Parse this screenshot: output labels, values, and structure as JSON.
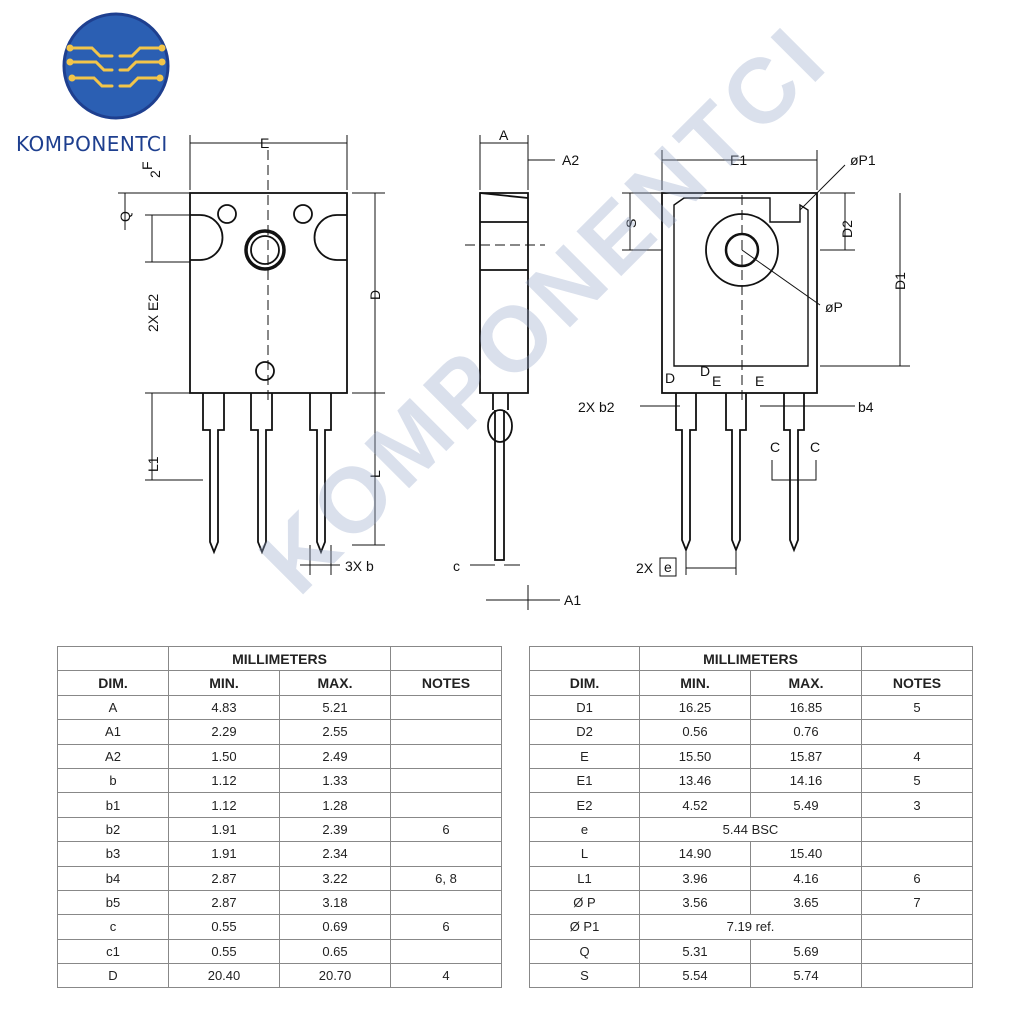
{
  "brand": {
    "name": "KOMPONENTCI",
    "accent": "#1e3f8f"
  },
  "drawing": {
    "front": {
      "E": "E",
      "F": "F",
      "two": "2",
      "Q": "Q",
      "E2": "2X E2",
      "D": "D",
      "L1": "L1",
      "L": "L",
      "b": "3X b"
    },
    "side": {
      "A": "A",
      "A2": "A2",
      "c": "c",
      "A1": "A1"
    },
    "back": {
      "E1": "E1",
      "P1": "øP1",
      "P": "øP",
      "S": "S",
      "D2": "D2",
      "D1": "D1",
      "b2": "2X b2",
      "b4": "b4",
      "C": "C",
      "e_prefix": "2X",
      "e": "e",
      "Dmark": "D",
      "Emark": "E"
    }
  },
  "tables": {
    "left": {
      "group_header": "MILLIMETERS",
      "headers": [
        "DIM.",
        "MIN.",
        "MAX.",
        "NOTES"
      ],
      "rows": [
        [
          "A",
          "4.83",
          "5.21",
          ""
        ],
        [
          "A1",
          "2.29",
          "2.55",
          ""
        ],
        [
          "A2",
          "1.50",
          "2.49",
          ""
        ],
        [
          "b",
          "1.12",
          "1.33",
          ""
        ],
        [
          "b1",
          "1.12",
          "1.28",
          ""
        ],
        [
          "b2",
          "1.91",
          "2.39",
          "6"
        ],
        [
          "b3",
          "1.91",
          "2.34",
          ""
        ],
        [
          "b4",
          "2.87",
          "3.22",
          "6, 8"
        ],
        [
          "b5",
          "2.87",
          "3.18",
          ""
        ],
        [
          "c",
          "0.55",
          "0.69",
          "6"
        ],
        [
          "c1",
          "0.55",
          "0.65",
          ""
        ],
        [
          "D",
          "20.40",
          "20.70",
          "4"
        ]
      ]
    },
    "right": {
      "group_header": "MILLIMETERS",
      "headers": [
        "DIM.",
        "MIN.",
        "MAX.",
        "NOTES"
      ],
      "rows": [
        [
          "D1",
          "16.25",
          "16.85",
          "5"
        ],
        [
          "D2",
          "0.56",
          "0.76",
          ""
        ],
        [
          "E",
          "15.50",
          "15.87",
          "4"
        ],
        [
          "E1",
          "13.46",
          "14.16",
          "5"
        ],
        [
          "E2",
          "4.52",
          "5.49",
          "3"
        ],
        [
          "e",
          "5.44 BSC",
          null,
          ""
        ],
        [
          "L",
          "14.90",
          "15.40",
          ""
        ],
        [
          "L1",
          "3.96",
          "4.16",
          "6"
        ],
        [
          "Ø P",
          "3.56",
          "3.65",
          "7"
        ],
        [
          "Ø P1",
          "7.19 ref.",
          null,
          ""
        ],
        [
          "Q",
          "5.31",
          "5.69",
          ""
        ],
        [
          "S",
          "5.54",
          "5.74",
          ""
        ]
      ]
    }
  }
}
